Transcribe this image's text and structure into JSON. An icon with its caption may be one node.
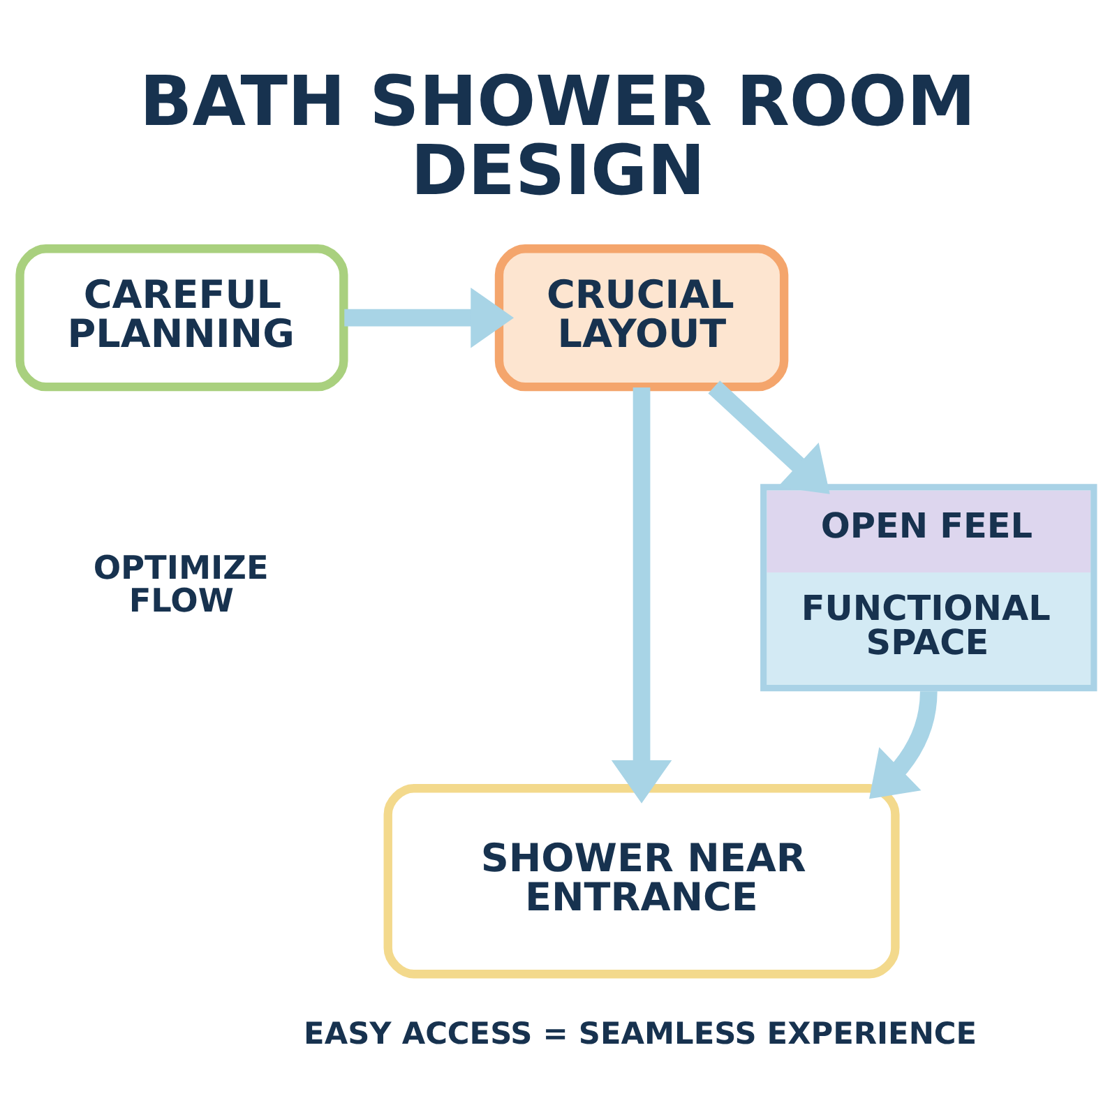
{
  "diagram": {
    "title": "BATH SHOWER ROOM DESIGN",
    "nodes": [
      {
        "text": [
          "CAREFUL PLANNING"
        ]
      },
      {
        "text": [
          "CRUCIAL LAYOUT"
        ]
      },
      {
        "text": [
          "OPEN FEEL",
          "FUNCTIONAL SPACE"
        ]
      },
      {
        "text": [
          "SHOWER NEAR ENTRANCE"
        ],
        "beside": [
          "EASY ACCESS = SEAMLESS EXPERIENCE"
        ]
      }
    ],
    "edges": [
      {
        "from": 0,
        "to": 1,
        "arrow": "to"
      },
      {
        "from": 1,
        "to": 2,
        "arrow": "to"
      },
      {
        "from": 1,
        "to": 3,
        "arrow": "to"
      },
      {
        "from": 2,
        "to": 3,
        "arrow": "to"
      }
    ],
    "labels": [
      "OPTIMIZE FLOW"
    ]
  }
}
